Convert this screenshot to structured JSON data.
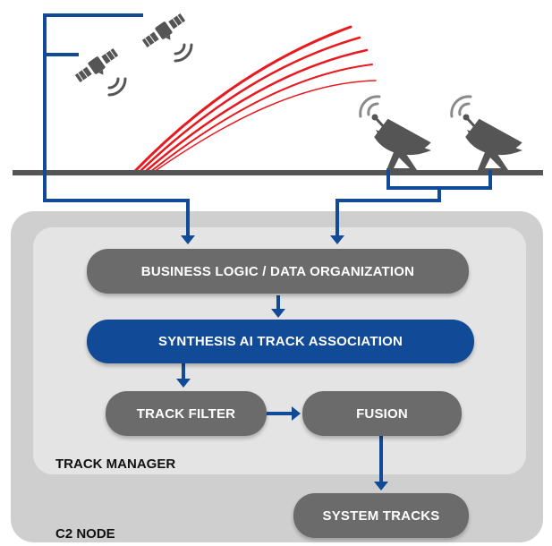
{
  "diagram": {
    "nodes": {
      "business_logic": "BUSINESS LOGIC / DATA ORGANIZATION",
      "synthesis_ai": "SYNTHESIS AI TRACK ASSOCIATION",
      "track_filter": "TRACK FILTER",
      "fusion": "FUSION",
      "system_tracks": "SYSTEM TRACKS"
    },
    "containers": {
      "track_manager": "TRACK MANAGER",
      "c2_node": "C2 NODE"
    },
    "icons": [
      "satellite-icon",
      "satellite-icon",
      "radar-dish-icon",
      "radar-dish-icon",
      "missile-trajectory"
    ]
  },
  "colors": {
    "connector_blue": "#114a96",
    "node_gray": "#6b6b6b",
    "outer_container": "#cfcfcf",
    "inner_container": "#e4e4e4",
    "trajectory_red": "#e8191f",
    "horizon_gray": "#555555"
  }
}
